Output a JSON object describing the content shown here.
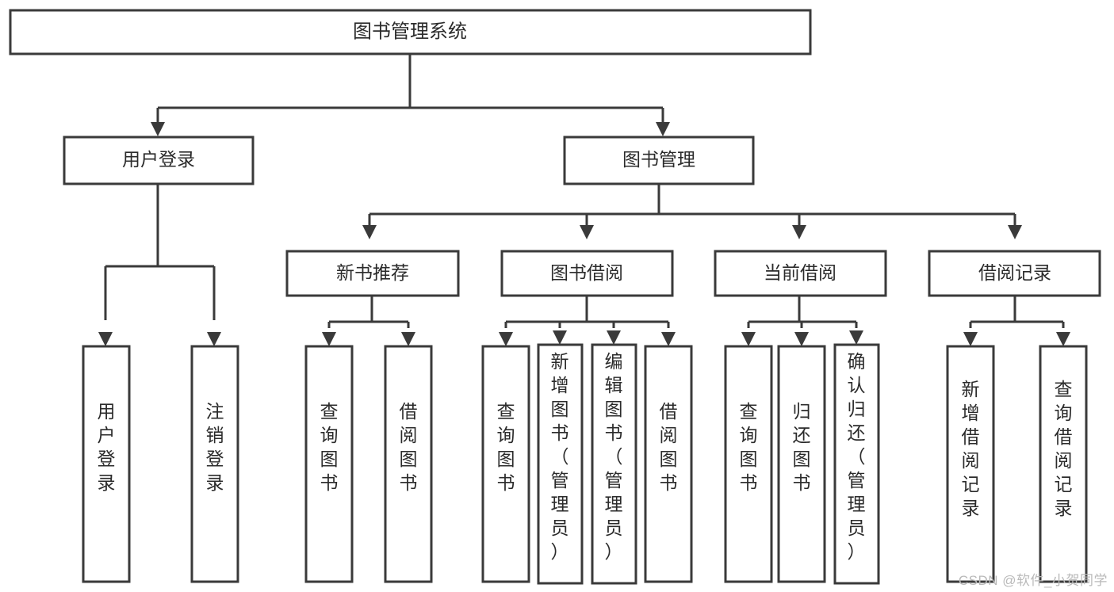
{
  "diagram": {
    "type": "tree-hierarchy",
    "title": "图书管理系统",
    "watermark": "CSDN @软件_小贺同学",
    "colors": {
      "stroke": "#3a3a3a",
      "fill": "#ffffff",
      "text": "#2b2b2b",
      "background": "#ffffff",
      "watermark": "#b9b9b9"
    },
    "levels": [
      {
        "level": 0,
        "nodes": [
          {
            "id": "root",
            "label": "图书管理系统",
            "orientation": "horizontal"
          }
        ]
      },
      {
        "level": 1,
        "nodes": [
          {
            "id": "user-login",
            "label": "用户登录",
            "orientation": "horizontal",
            "parent": "root"
          },
          {
            "id": "book-manage",
            "label": "图书管理",
            "orientation": "horizontal",
            "parent": "root"
          }
        ]
      },
      {
        "level": 2,
        "nodes": [
          {
            "id": "new-book-rec",
            "label": "新书推荐",
            "orientation": "horizontal",
            "parent": "book-manage"
          },
          {
            "id": "book-borrow",
            "label": "图书借阅",
            "orientation": "horizontal",
            "parent": "book-manage"
          },
          {
            "id": "current-borrow",
            "label": "当前借阅",
            "orientation": "horizontal",
            "parent": "book-manage"
          },
          {
            "id": "borrow-record",
            "label": "借阅记录",
            "orientation": "horizontal",
            "parent": "book-manage"
          }
        ]
      },
      {
        "level": 3,
        "nodes": [
          {
            "id": "leaf-user-login",
            "label": "用户登录",
            "orientation": "vertical",
            "parent": "user-login"
          },
          {
            "id": "leaf-logout",
            "label": "注销登录",
            "orientation": "vertical",
            "parent": "user-login"
          },
          {
            "id": "leaf-query-book-1",
            "label": "查询图书",
            "orientation": "vertical",
            "parent": "new-book-rec"
          },
          {
            "id": "leaf-borrow-book-1",
            "label": "借阅图书",
            "orientation": "vertical",
            "parent": "new-book-rec"
          },
          {
            "id": "leaf-query-book-2",
            "label": "查询图书",
            "orientation": "vertical",
            "parent": "book-borrow"
          },
          {
            "id": "leaf-add-book",
            "label": "新增图书（管理员）",
            "orientation": "vertical",
            "parent": "book-borrow"
          },
          {
            "id": "leaf-edit-book",
            "label": "编辑图书（管理员）",
            "orientation": "vertical",
            "parent": "book-borrow"
          },
          {
            "id": "leaf-borrow-book-2",
            "label": "借阅图书",
            "orientation": "vertical",
            "parent": "book-borrow"
          },
          {
            "id": "leaf-query-book-3",
            "label": "查询图书",
            "orientation": "vertical",
            "parent": "current-borrow"
          },
          {
            "id": "leaf-return-book",
            "label": "归还图书",
            "orientation": "vertical",
            "parent": "current-borrow"
          },
          {
            "id": "leaf-confirm-return",
            "label": "确认归还（管理员）",
            "orientation": "vertical",
            "parent": "current-borrow"
          },
          {
            "id": "leaf-add-record",
            "label": "新增借阅记录",
            "orientation": "vertical",
            "parent": "borrow-record"
          },
          {
            "id": "leaf-query-record",
            "label": "查询借阅记录",
            "orientation": "vertical",
            "parent": "borrow-record"
          }
        ]
      }
    ]
  }
}
